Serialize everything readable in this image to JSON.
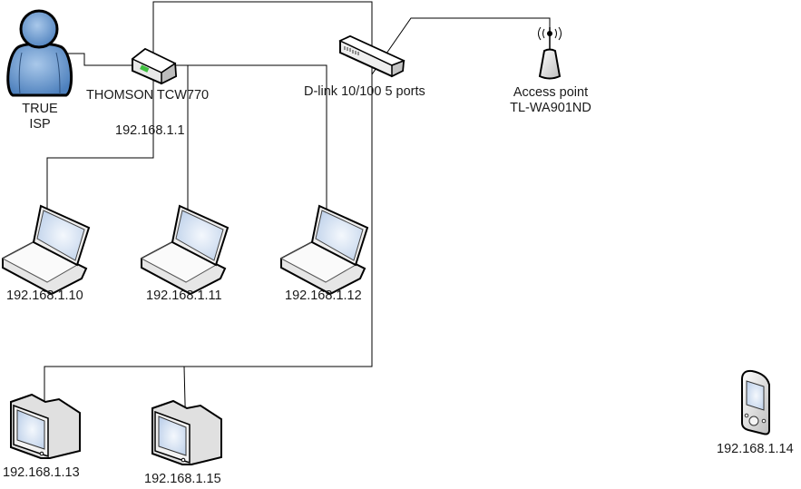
{
  "diagram": {
    "nodes": {
      "isp": {
        "type": "user",
        "line1": "TRUE",
        "line2": "ISP"
      },
      "router": {
        "type": "router",
        "name": "THOMSON TCW770",
        "ip": "192.168.1.1"
      },
      "switch": {
        "type": "switch",
        "name": "D-link 10/100 5 ports"
      },
      "access_point": {
        "type": "wireless-access-point",
        "line1": "Access point",
        "line2": "TL-WA901ND"
      },
      "laptop1": {
        "type": "laptop",
        "ip": "192.168.1.10"
      },
      "laptop2": {
        "type": "laptop",
        "ip": "192.168.1.11"
      },
      "laptop3": {
        "type": "laptop",
        "ip": "192.168.1.12"
      },
      "desktop1": {
        "type": "desktop-monitor",
        "ip": "192.168.1.13"
      },
      "desktop2": {
        "type": "desktop-monitor",
        "ip": "192.168.1.15"
      },
      "pda": {
        "type": "pda",
        "ip": "192.168.1.14"
      }
    },
    "connections": [
      [
        "isp",
        "router"
      ],
      [
        "router",
        "switch"
      ],
      [
        "switch",
        "access_point"
      ],
      [
        "router",
        "laptop1"
      ],
      [
        "router",
        "laptop2"
      ],
      [
        "router",
        "laptop3"
      ],
      [
        "switch",
        "desktop1"
      ],
      [
        "switch",
        "desktop2"
      ]
    ],
    "colors": {
      "user_fill": "#5b8fc8",
      "screen_fill": "#d6e4f5",
      "router_led": "#3fbf3f",
      "line": "#000000"
    }
  }
}
